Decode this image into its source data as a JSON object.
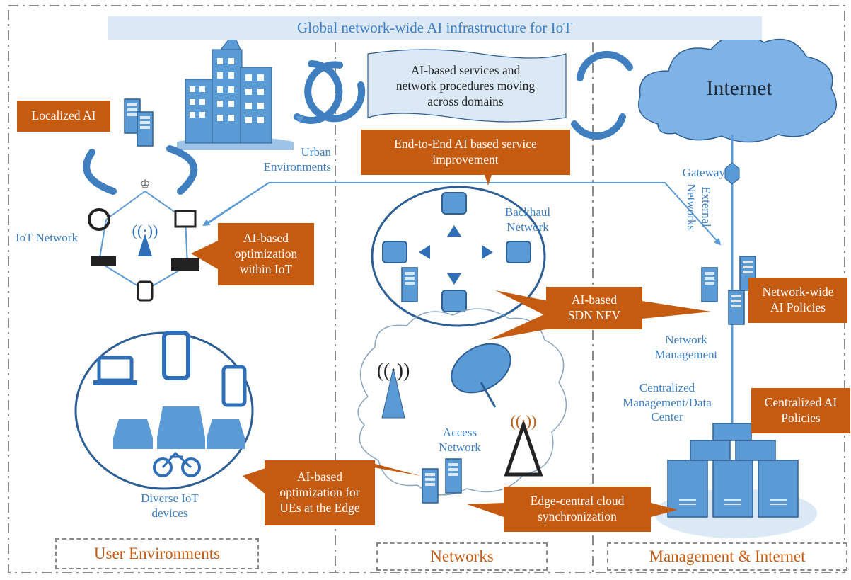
{
  "banner": "Global network-wide AI infrastructure for IoT",
  "services_note": "AI-based services and\nnetwork procedures moving\nacross domains",
  "internet": "Internet",
  "callouts": {
    "localized_ai": "Localized AI",
    "e2e": "End-to-End AI based service\nimprovement",
    "iot_opt": "AI-based\noptimization\nwithin IoT",
    "sdn": "AI-based\nSDN NFV",
    "network_wide": "Network-wide\nAI Policies",
    "centralized": "Centralized AI\nPolicies",
    "edge_opt": "AI-based\noptimization for\nUEs at the Edge",
    "sync": "Edge-central cloud\nsynchronization"
  },
  "labels": {
    "urban": "Urban\nEnvironments",
    "iot_network": "IoT Network",
    "backhaul": "Backhaul\nNetwork",
    "gateway": "Gateway",
    "external": "External\nNetworks",
    "net_mgmt": "Network\nManagement",
    "central_mgmt": "Centralized\nManagement/Data\nCenter",
    "access": "Access\nNetwork",
    "diverse": "Diverse IoT\ndevices"
  },
  "sections": {
    "user": "User Environments",
    "networks": "Networks",
    "management": "Management & Internet"
  },
  "colors": {
    "accent_blue": "#3d7ec4",
    "icon_blue": "#2f6fb7",
    "callout_orange": "#c55a11",
    "banner_bg": "#dbe8f5"
  }
}
